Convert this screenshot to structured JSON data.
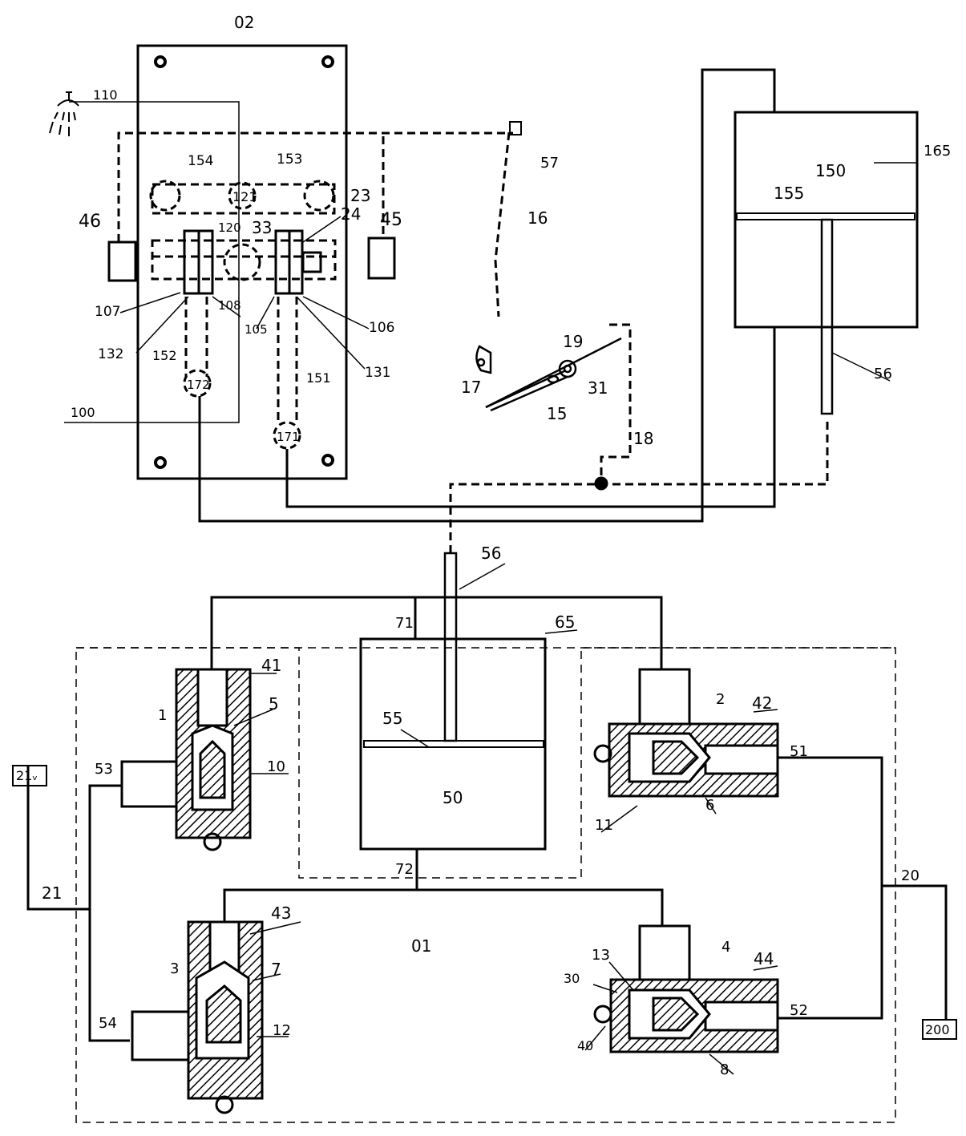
{
  "labels": {
    "l02": "02",
    "l01": "01",
    "l110": "110",
    "l154": "154",
    "l153": "153",
    "l121": "121",
    "l23": "23",
    "l24": "24",
    "l46": "46",
    "l45": "45",
    "l120": "120",
    "l33": "33",
    "l107": "107",
    "l108": "108",
    "l105": "105",
    "l106": "106",
    "l132": "132",
    "l131": "131",
    "l152": "152",
    "l151": "151",
    "l172": "172",
    "l171": "171",
    "l100": "100",
    "l57": "57",
    "l16": "16",
    "l17": "17",
    "l19": "19",
    "l31": "31",
    "l15": "15",
    "l18": "18",
    "l165": "165",
    "l150": "150",
    "l155": "155",
    "l56a": "56",
    "l56b": "56",
    "l71": "71",
    "l65": "65",
    "l55": "55",
    "l50": "50",
    "l72": "72",
    "l41": "41",
    "l1": "1",
    "l5": "5",
    "l10": "10",
    "l53": "53",
    "l21v": "21ᵥ",
    "l21": "21",
    "l54": "54",
    "l43": "43",
    "l3": "3",
    "l7": "7",
    "l12": "12",
    "l2": "2",
    "l42": "42",
    "l51": "51",
    "l11": "11",
    "l6": "6",
    "l20": "20",
    "l13": "13",
    "l4": "4",
    "l44": "44",
    "l30": "30",
    "l40": "40",
    "l52": "52",
    "l8": "8",
    "l200": "200"
  }
}
